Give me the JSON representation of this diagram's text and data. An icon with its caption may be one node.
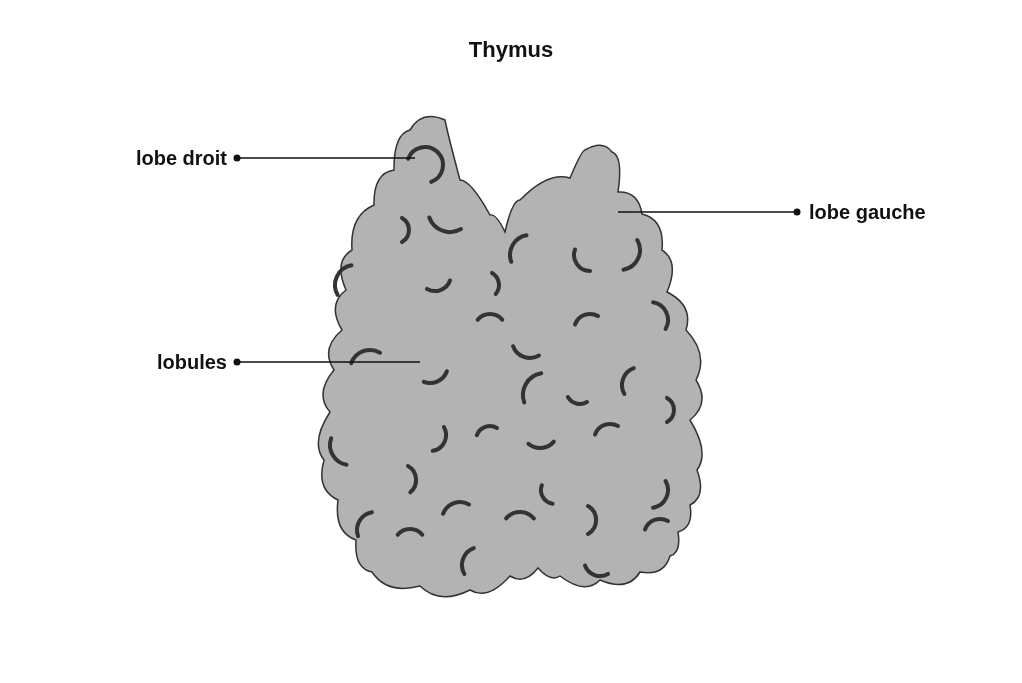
{
  "diagram": {
    "title": "Thymus",
    "nodes": [
      {
        "text": [
          "lobe droit"
        ]
      },
      {
        "text": [
          "lobe gauche"
        ]
      },
      {
        "text": [
          "lobules"
        ]
      }
    ],
    "edges": [
      {
        "from": 0,
        "to": null,
        "arrow": "other"
      },
      {
        "from": 1,
        "to": null,
        "arrow": "other"
      },
      {
        "from": 2,
        "to": null,
        "arrow": "other"
      }
    ]
  }
}
